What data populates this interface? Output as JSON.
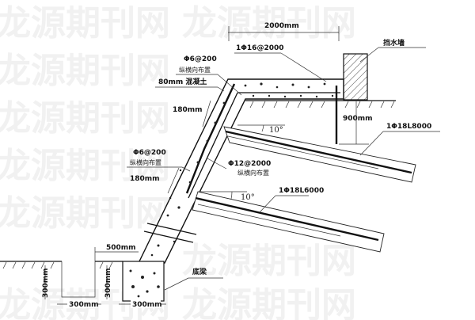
{
  "watermark": {
    "text": "龙源期刊网"
  },
  "labels": {
    "top_width": "2000mm",
    "top_rebar": "1Φ16@2000",
    "water_wall": "挡水墙",
    "mesh_top": "Φ6@200",
    "mesh_top_note": "纵横向布置",
    "concrete": "80mm 混凝土",
    "thickness_top": "180mm",
    "depth": "900mm",
    "anchor_upper": "1Φ18L8000",
    "angle_upper": "10°",
    "mesh_bottom": "Φ6@200",
    "mesh_bottom_note": "纵横向布置",
    "main_rebar": "Φ12@2000",
    "main_rebar_note": "纵横向布置",
    "thickness_bottom": "180mm",
    "anchor_lower": "1Φ18L6000",
    "angle_lower": "10°",
    "offset": "500mm",
    "ditch_depth": "300mm",
    "ditch_width": "300mm",
    "beam_height": "300mm",
    "beam_width": "300mm",
    "base_beam": "底梁"
  }
}
